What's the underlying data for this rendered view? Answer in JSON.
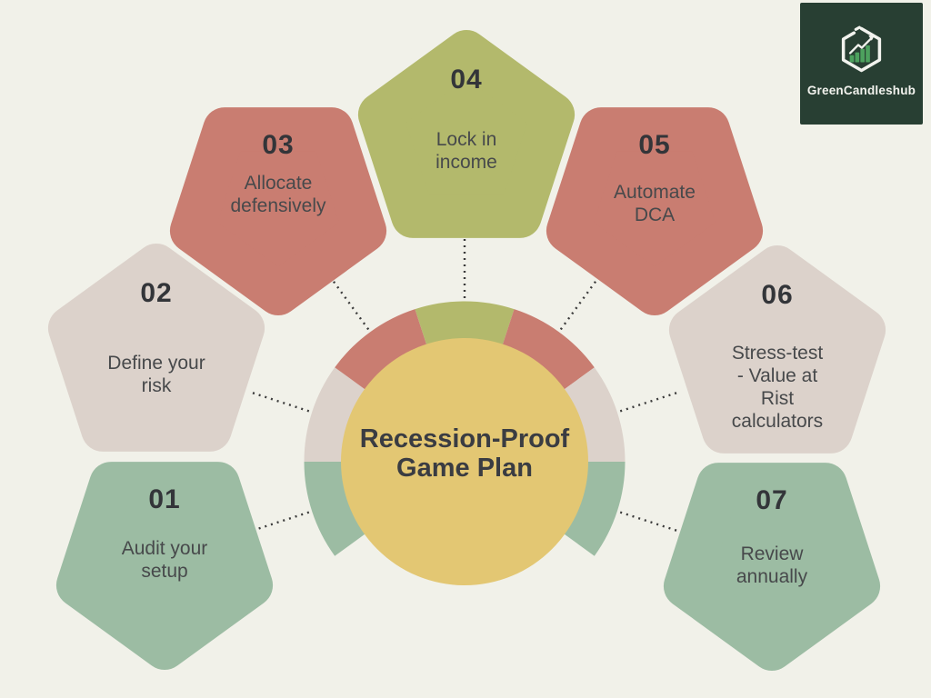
{
  "palette": {
    "bg": "#F1F1E9",
    "sage": "#9CBCA3",
    "greige": "#DCD2CB",
    "salmon": "#C97D71",
    "olive": "#B3B96C",
    "gold": "#E3C773",
    "ink": "#333539",
    "label-ink": "#47494B",
    "title-ink": "#3A3C42",
    "dot": "#3B3B3B",
    "logo-bg": "#283F33",
    "logo-ink": "#F2F3EE",
    "bar-green": "#4DA15E"
  },
  "logo": {
    "brand": "GreenCandleshub",
    "icon": "hexagon-candlestick-growth-icon"
  },
  "center": {
    "title_lines": [
      "Recession-Proof",
      "Game Plan"
    ]
  },
  "steps": [
    {
      "number": "01",
      "lines": [
        "Audit your",
        "setup"
      ],
      "color": "#9CBCA3"
    },
    {
      "number": "02",
      "lines": [
        "Define your",
        "risk"
      ],
      "color": "#DCD2CB"
    },
    {
      "number": "03",
      "lines": [
        "Allocate",
        "defensively"
      ],
      "color": "#C97D71"
    },
    {
      "number": "04",
      "lines": [
        "Lock in",
        "income"
      ],
      "color": "#B3B96C"
    },
    {
      "number": "05",
      "lines": [
        "Automate",
        "DCA"
      ],
      "color": "#C97D71"
    },
    {
      "number": "06",
      "lines": [
        "Stress-test",
        "- Value at",
        "Rist",
        "calculators"
      ],
      "color": "#DCD2CB"
    },
    {
      "number": "07",
      "lines": [
        "Review",
        "annually"
      ],
      "color": "#9CBCA3"
    }
  ]
}
